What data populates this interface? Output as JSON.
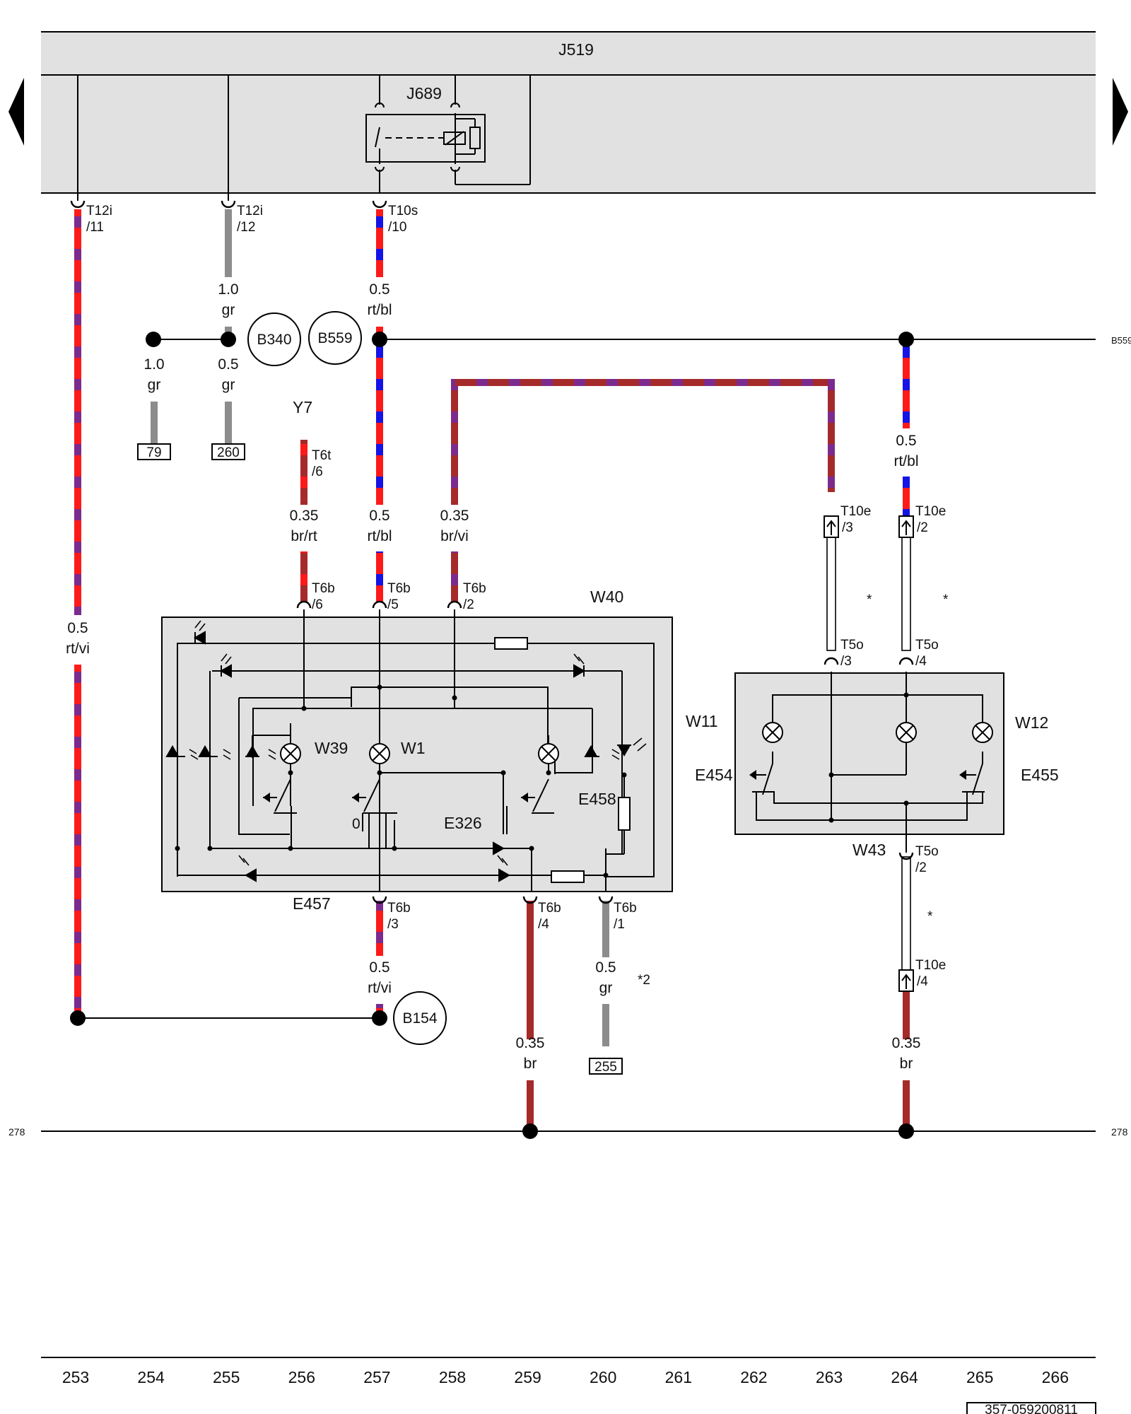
{
  "diagram": {
    "module_title": "J519",
    "relay_label": "J689",
    "edge_numbers": {
      "left": "278",
      "right": "278"
    },
    "bus_right_label": "B559",
    "doc_id": "357-059200811",
    "column_numbers": [
      "253",
      "254",
      "255",
      "256",
      "257",
      "258",
      "259",
      "260",
      "261",
      "262",
      "263",
      "264",
      "265",
      "266"
    ],
    "connectors": {
      "t12i_11": [
        "T12i",
        "/11"
      ],
      "t12i_12": [
        "T12i",
        "/12"
      ],
      "t10s_10": [
        "T10s",
        "/10"
      ],
      "t6t_6": [
        "T6t",
        "/6"
      ],
      "t6b_6": [
        "T6b",
        "/6"
      ],
      "t6b_5": [
        "T6b",
        "/5"
      ],
      "t6b_2": [
        "T6b",
        "/2"
      ],
      "t6b_3": [
        "T6b",
        "/3"
      ],
      "t6b_4": [
        "T6b",
        "/4"
      ],
      "t6b_1": [
        "T6b",
        "/1"
      ],
      "t10e_3": [
        "T10e",
        "/3"
      ],
      "t10e_2": [
        "T10e",
        "/2"
      ],
      "t10e_4": [
        "T10e",
        "/4"
      ],
      "t5o_3": [
        "T5o",
        "/3"
      ],
      "t5o_4": [
        "T5o",
        "/4"
      ],
      "t5o_2": [
        "T5o",
        "/2"
      ]
    },
    "wires": {
      "w_rtvi_left": [
        "0.5",
        "rt/vi"
      ],
      "w_gr_12": [
        "1.0",
        "gr"
      ],
      "w_rtbl_10": [
        "0.5",
        "rt/bl"
      ],
      "w_gr_79": [
        "1.0",
        "gr"
      ],
      "w_gr_260": [
        "0.5",
        "gr"
      ],
      "w_brrt": [
        "0.35",
        "br/rt"
      ],
      "w_rtbl_5": [
        "0.5",
        "rt/bl"
      ],
      "w_brvi": [
        "0.35",
        "br/vi"
      ],
      "w_rtbl_right": [
        "0.5",
        "rt/bl"
      ],
      "w_rtvi_3": [
        "0.5",
        "rt/vi"
      ],
      "w_br_4": [
        "0.35",
        "br"
      ],
      "w_gr_1": [
        "0.5",
        "gr"
      ],
      "w_br_right": [
        "0.35",
        "br"
      ]
    },
    "circles": {
      "b340": "B340",
      "b559": "B559",
      "b154": "B154"
    },
    "refs": {
      "r79": "79",
      "r260": "260",
      "r255": "255"
    },
    "components": {
      "y7": "Y7",
      "w40": "W40",
      "w39": "W39",
      "w1": "W1",
      "e326": "E326",
      "e458": "E458",
      "e457": "E457",
      "zero": "0",
      "w11": "W11",
      "w12": "W12",
      "e454": "E454",
      "e455": "E455",
      "w43": "W43",
      "note2": "*2",
      "star": "*"
    },
    "colors": {
      "red": "#ff1a1a",
      "violet": "#7b2a8e",
      "blue": "#1414e6",
      "brown": "#a52a2a",
      "grey": "#8c8c8c",
      "module_fill": "#e1e1e1"
    }
  }
}
